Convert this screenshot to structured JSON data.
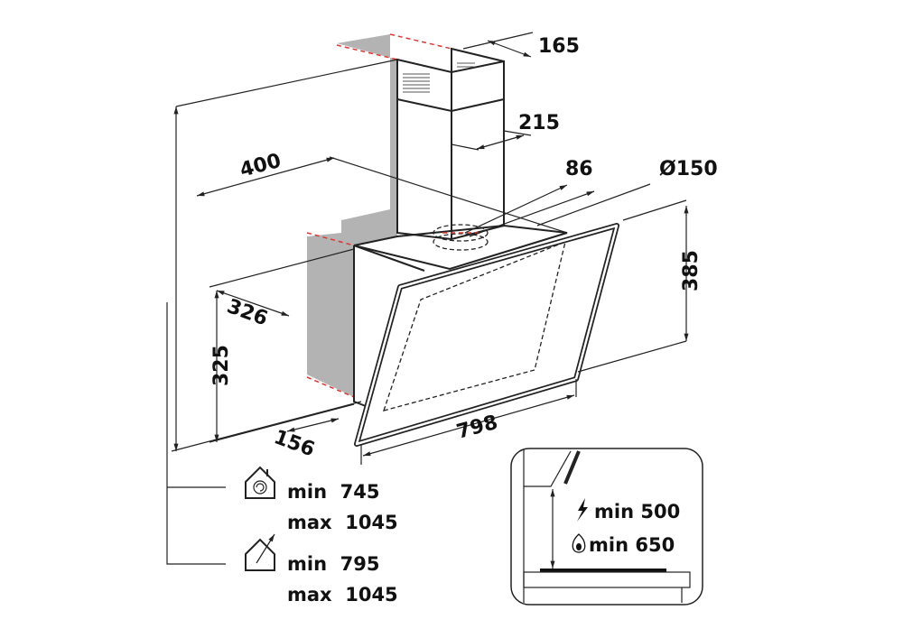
{
  "dimensions": {
    "chimney_depth": "165",
    "chimney_width": "215",
    "width_400": "400",
    "outlet_offset": "86",
    "outlet_diameter": "Ø150",
    "glass_height": "385",
    "depth_326": "326",
    "height_325": "325",
    "depth_156": "156",
    "total_width": "798"
  },
  "legend": {
    "recirculation": {
      "icon": "house-recirculation-icon",
      "min": "min  745",
      "max": "max  1045"
    },
    "extraction": {
      "icon": "house-extraction-icon",
      "min": "min  795",
      "max": "max  1045"
    }
  },
  "inset": {
    "electric": {
      "icon": "lightning-icon",
      "text": "min 500"
    },
    "gas": {
      "icon": "flame-icon",
      "text": "min 650"
    }
  },
  "colors": {
    "wall": "#b3b3b3",
    "wall_edge": "#e3342f"
  }
}
